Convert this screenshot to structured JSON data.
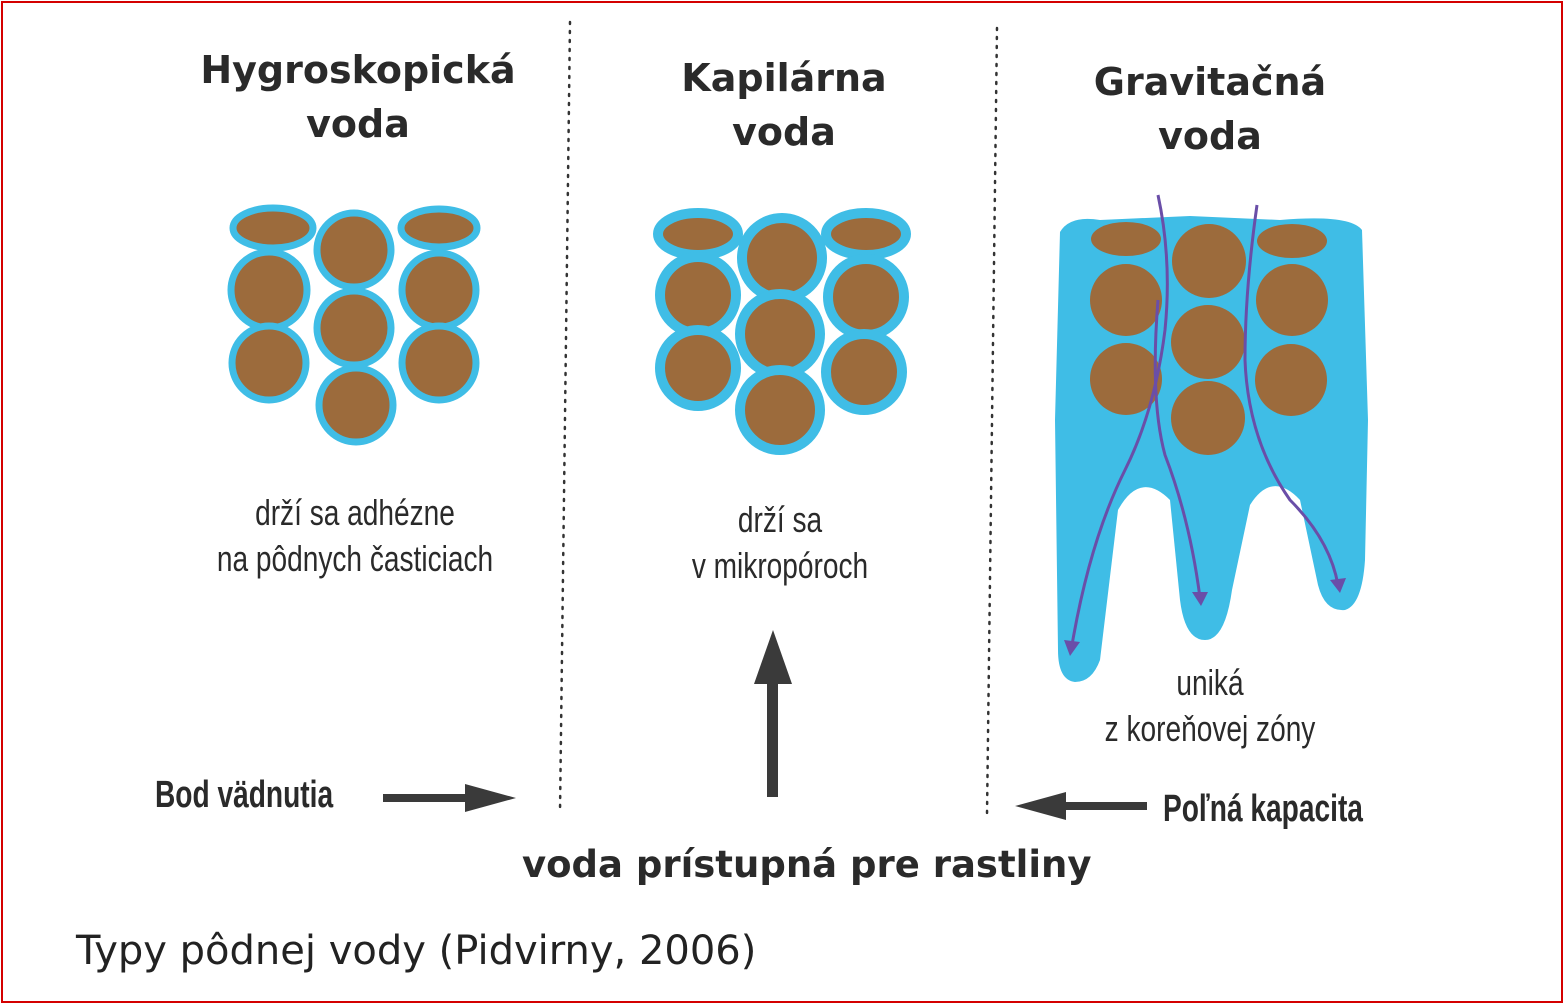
{
  "columns": [
    {
      "title_line1": "Hygroskopická",
      "title_line2": "voda",
      "desc_line1": "drží sa adhézne",
      "desc_line2": "na pôdnych časticiach"
    },
    {
      "title_line1": "Kapilárna",
      "title_line2": "voda",
      "desc_line1": "drží sa",
      "desc_line2": "v mikropóroch"
    },
    {
      "title_line1": "Gravitačná",
      "title_line2": "voda",
      "desc_line1": "uniká",
      "desc_line2": "z koreňovej zóny"
    }
  ],
  "labels": {
    "wilting_point": "Bod vädnutia",
    "field_capacity": "Poľná kapacita",
    "available_water": "voda prístupná pre rastliny"
  },
  "caption": "Typy pôdnej vody (Pidvirny, 2006)",
  "colors": {
    "soil": "#9c6b3c",
    "water": "#3fbde6",
    "flow": "#6a4ea8",
    "arrow": "#3a3a3a",
    "frame": "#d40000"
  }
}
